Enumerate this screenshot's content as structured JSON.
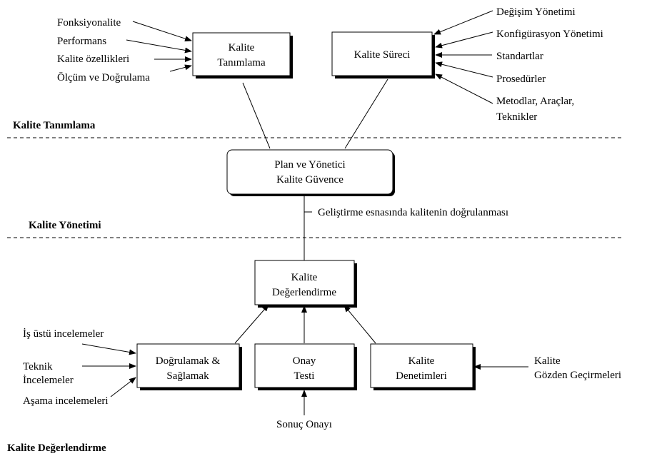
{
  "sections": {
    "definition": "Kalite Tanımlama",
    "management": "Kalite Yönetimi",
    "evaluation": "Kalite Değerlendirme"
  },
  "boxes": {
    "quality_definition": [
      "Kalite",
      "Tanımlama"
    ],
    "quality_process": [
      "Kalite Süreci"
    ],
    "plan_manager": [
      "Plan ve Yönetici",
      "Kalite Güvence"
    ],
    "quality_evaluation": [
      "Kalite",
      "Değerlendirme"
    ],
    "verify_validate": [
      "Doğrulamak &",
      "Sağlamak"
    ],
    "acceptance_test": [
      "Onay",
      "Testi"
    ],
    "quality_audits": [
      "Kalite",
      "Denetimleri"
    ]
  },
  "definition_inputs": [
    "Fonksiyonalite",
    "Performans",
    "Kalite özellikleri",
    "Ölçüm ve Doğrulama"
  ],
  "process_inputs": [
    "Değişim Yönetimi",
    "Konfigürasyon Yönetimi",
    "Standartlar",
    "Prosedürler",
    "Metodlar, Araçlar,",
    "Teknikler"
  ],
  "management_note": "Geliştirme esnasında kalitenin doğrulanması",
  "verify_inputs": [
    "İş üstü incelemeler",
    "Teknik",
    "İncelemeler",
    "Aşama incelemeleri"
  ],
  "acceptance_input": "Sonuç Onayı",
  "audit_inputs": [
    "Kalite",
    "Gözden Geçirmeleri"
  ]
}
